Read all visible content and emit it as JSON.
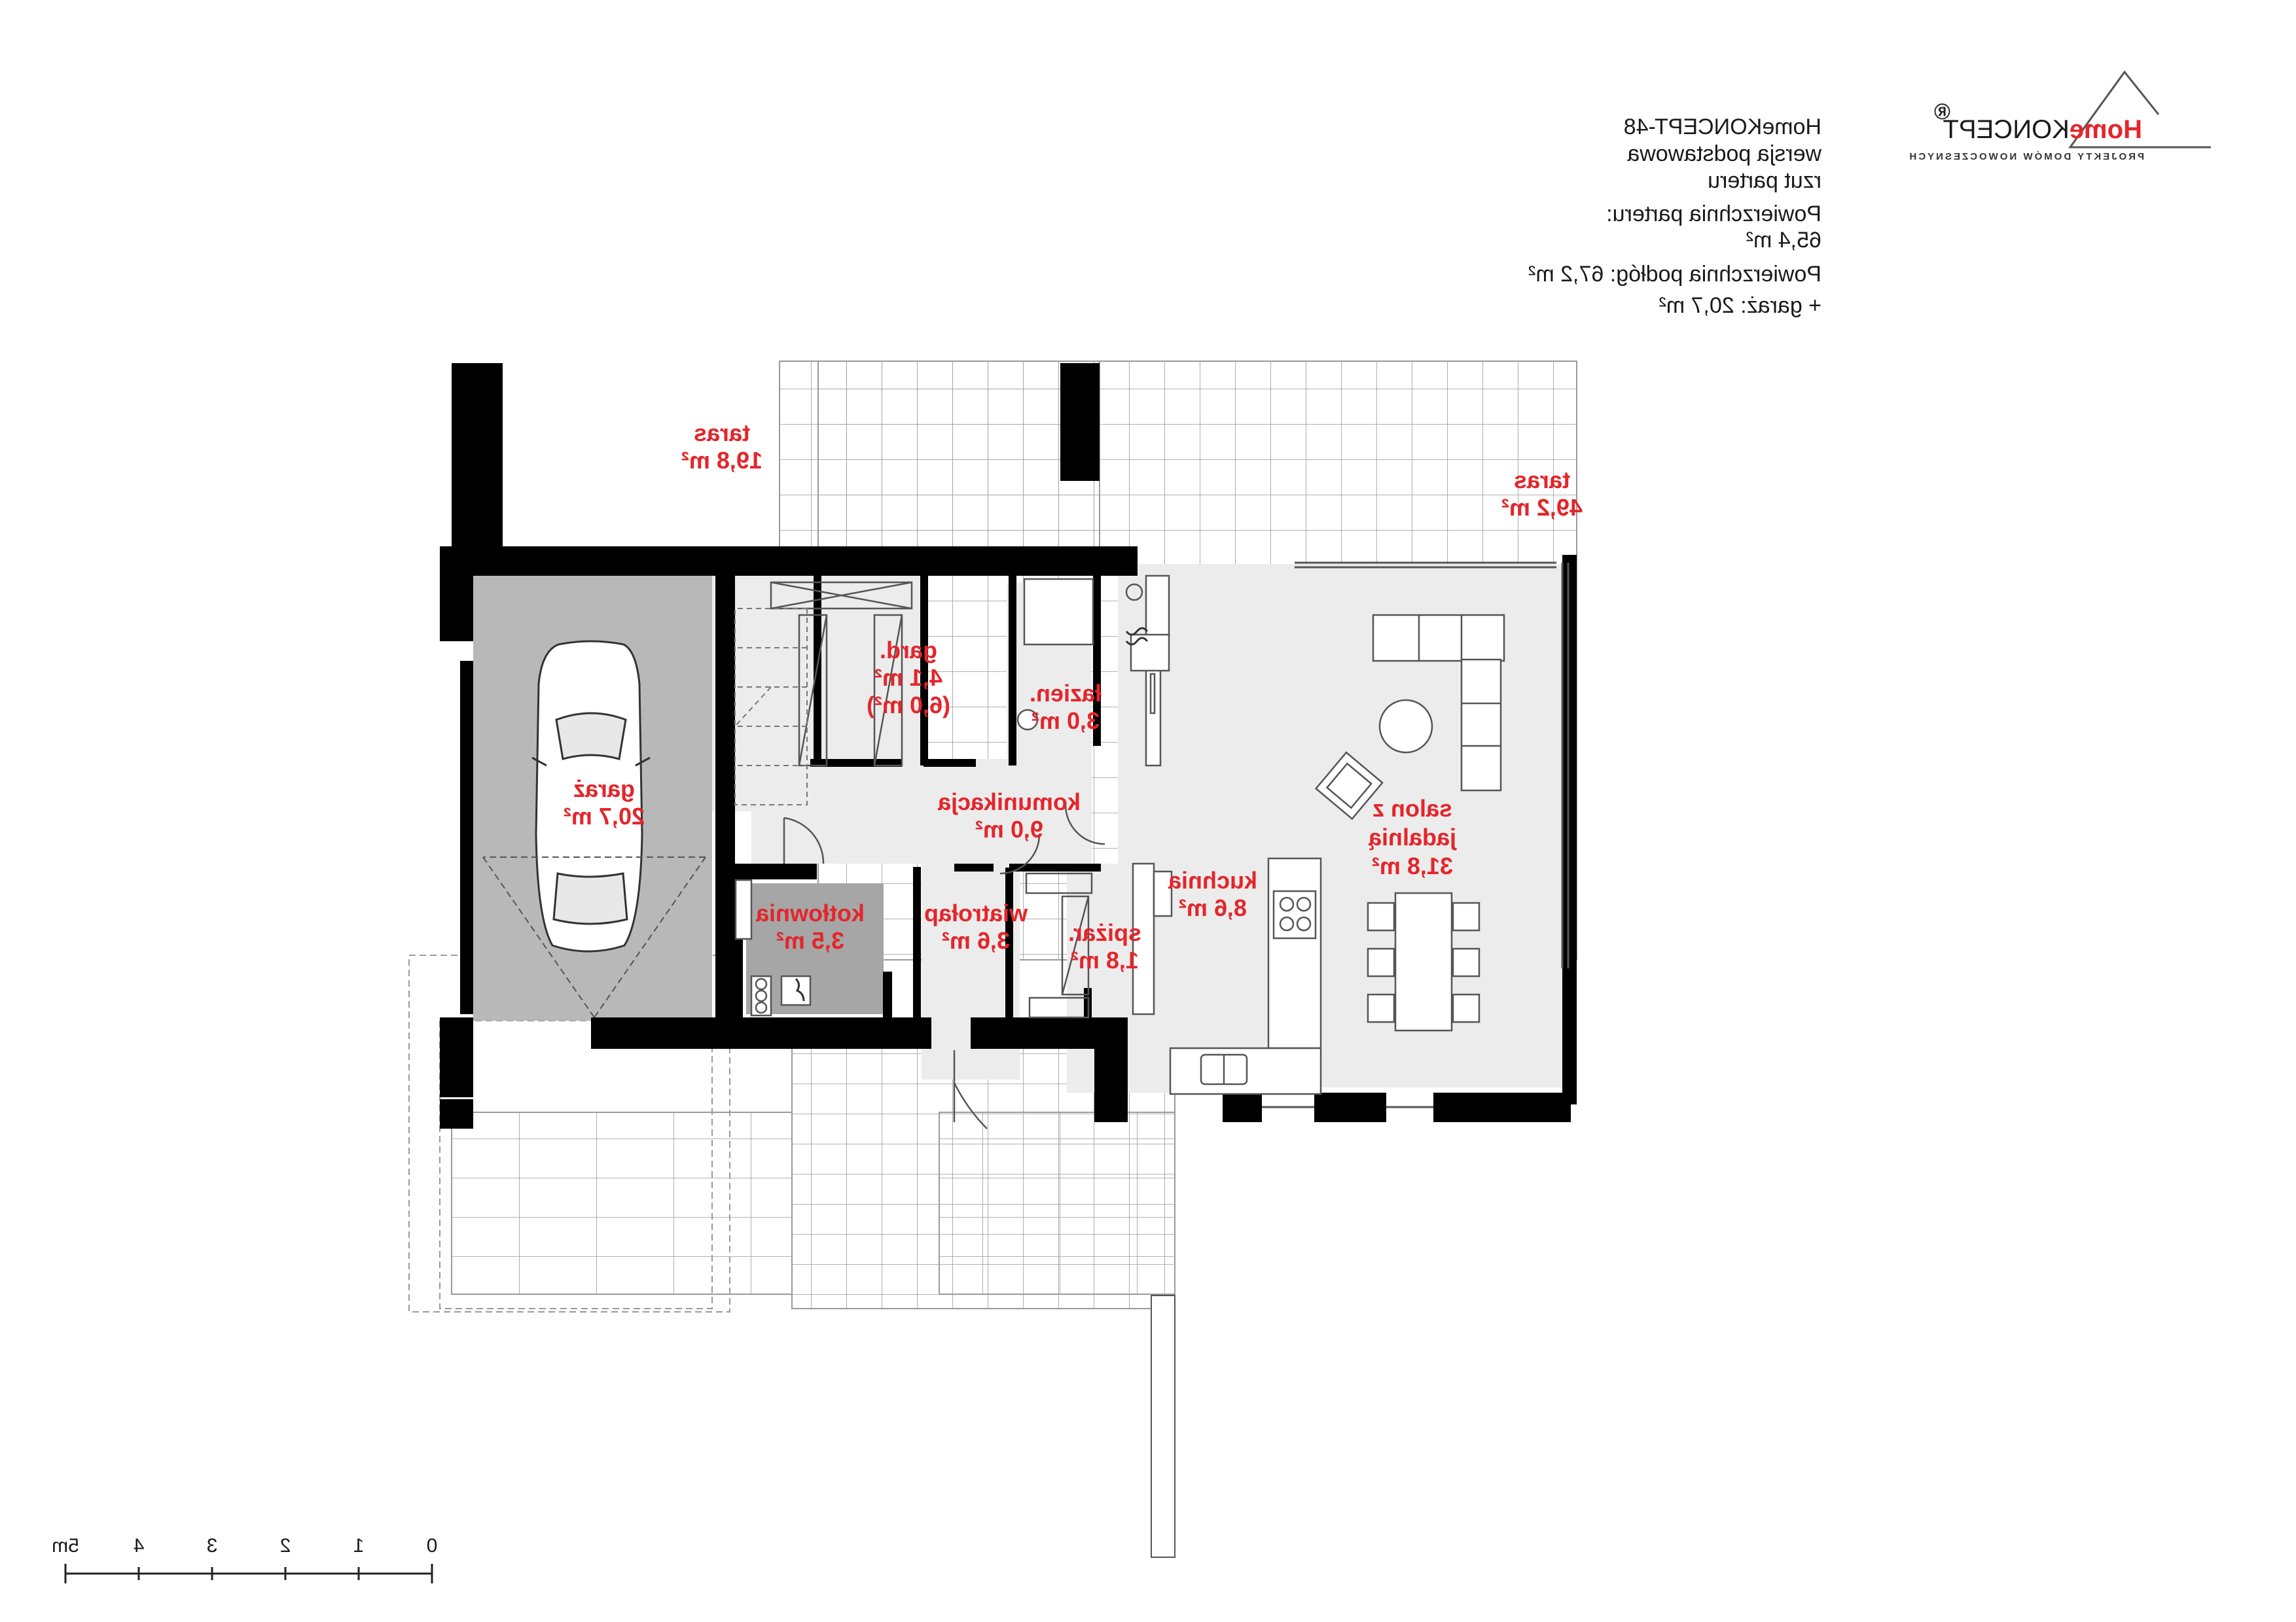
{
  "header": {
    "title": "HomeKONCEPT-48",
    "variant": "wersja podstawowa",
    "view": "rzut parteru",
    "area_label_1": "Powierzchnia parteru:",
    "area_value_1": "65,4 m²",
    "area_label_2": "Powierzchnia podłóg: 67,2 m²",
    "area_label_3": "+ garaż: 20,7 m²"
  },
  "logo": {
    "brand_home": "Home",
    "brand_koncept": "KONCEPT",
    "registered": "®",
    "tagline": "PROJEKTY DOMÓW NOWOCZESNYCH",
    "colors": {
      "home": "#e3262b",
      "koncept": "#1a1a1a"
    }
  },
  "rooms": {
    "taras_small": {
      "name": "taras",
      "area": "19,8 m²"
    },
    "taras_large": {
      "name": "taras",
      "area": "49,2 m²"
    },
    "garaz": {
      "name": "garaż",
      "area": "20,7 m²"
    },
    "garderoba": {
      "name": "gard.",
      "area": "4,1 m²",
      "area_extra": "(6,0 m²)"
    },
    "lazienka": {
      "name": "łazien.",
      "area": "3,0 m²"
    },
    "komunikacja": {
      "name": "komunikacja",
      "area": "9,0 m²"
    },
    "salon": {
      "name": "salon z",
      "name2": "jadalnią",
      "area": "31,8 m²"
    },
    "kotlownia": {
      "name": "kotłownia",
      "area": "3,5 m²"
    },
    "wiatrolap": {
      "name": "wiatrołap",
      "area": "3,6 m²"
    },
    "spizarnia": {
      "name": "spiżar.",
      "area": "1,8 m²"
    },
    "kuchnia": {
      "name": "kuchnia",
      "area": "8,6 m²"
    }
  },
  "scale_bar": {
    "ticks": [
      "0",
      "1",
      "2",
      "3",
      "4",
      "5m"
    ]
  },
  "colors": {
    "room_label": "#e3262b",
    "wall": "#000000",
    "garage_floor": "#b8b8b8",
    "boiler_floor": "#a6a6a6",
    "interior_floor": "#ececec",
    "terrace_grid": "#9a9a9a"
  }
}
